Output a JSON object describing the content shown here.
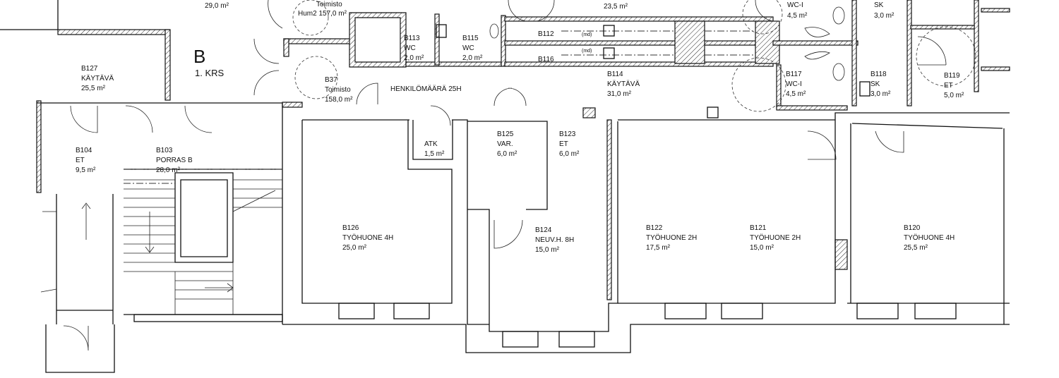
{
  "plan": {
    "building": "B",
    "floor": "1. KRS",
    "occupancy_note": "HENKILÖMÄÄRÄ 25H",
    "partial_top": {
      "area_left": "29,0 m²",
      "toimisto_label": "Toimisto",
      "toimisto_area": "Hum2  157,0 m²",
      "area_mid": "23,5 m²",
      "wc_label": "WC-I",
      "wc_area": "4,5 m²",
      "sk_label": "SK",
      "sk_area": "3,0 m²"
    },
    "rooms": [
      {
        "id": "B127",
        "name": "KÄYTÄVÄ",
        "area": "25,5 m²"
      },
      {
        "id": "B113",
        "name": "WC",
        "area": "2,0 m²"
      },
      {
        "id": "B115",
        "name": "WC",
        "area": "2,0 m²"
      },
      {
        "id": "B112"
      },
      {
        "id": "B116"
      },
      {
        "id": "B37",
        "name": "Toimisto",
        "area": "158,0 m²"
      },
      {
        "id": "B114",
        "name": "KÄYTÄVÄ",
        "area": "31,0 m²"
      },
      {
        "id": "B117",
        "name": "WC-I",
        "area": "4,5 m²"
      },
      {
        "id": "B118",
        "name": "SK",
        "area": "3,0 m²"
      },
      {
        "id": "B119",
        "name": "ET",
        "area": "5,0 m²"
      },
      {
        "id": "B104",
        "name": "ET",
        "area": "9,5 m²"
      },
      {
        "id": "B103",
        "name": "PORRAS B",
        "area": "28,0 m²"
      },
      {
        "name": "ATK",
        "area": "1,5 m²"
      },
      {
        "id": "B125",
        "name": "VAR.",
        "area": "6,0 m²"
      },
      {
        "id": "B123",
        "name": "ET",
        "area": "6,0 m²"
      },
      {
        "id": "B126",
        "name": "TYÖHUONE 4H",
        "area": "25,0 m²"
      },
      {
        "id": "B124",
        "name": "NEUV.H. 8H",
        "area": "15,0 m²"
      },
      {
        "id": "B122",
        "name": "TYÖHUONE 2H",
        "area": "17,5 m²"
      },
      {
        "id": "B121",
        "name": "TYÖHUONE 2H",
        "area": "15,0 m²"
      },
      {
        "id": "B120",
        "name": "TYÖHUONE 4H",
        "area": "25,5 m²"
      }
    ],
    "fixture_tag": "(md)"
  }
}
